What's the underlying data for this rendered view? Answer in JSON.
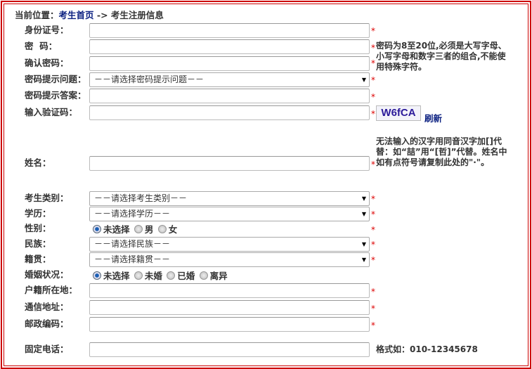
{
  "breadcrumb": {
    "label": "当前位置：",
    "home": "考生首页",
    "arrow": "->",
    "current": "考生注册信息"
  },
  "fields": {
    "id": {
      "label": "身份证号："
    },
    "password": {
      "label": "密  码："
    },
    "confirm": {
      "label": "确认密码："
    },
    "question": {
      "label": "密码提示问题：",
      "value": "－－请选择密码提示问题－－"
    },
    "answer": {
      "label": "密码提示答案："
    },
    "captcha": {
      "label": "输入验证码：",
      "image_text": "W6fCA",
      "refresh": "刷新"
    },
    "name": {
      "label": "姓名："
    },
    "category": {
      "label": "考生类别：",
      "value": "－－请选择考生类别－－"
    },
    "education": {
      "label": "学历：",
      "value": "－－请选择学历－－"
    },
    "gender": {
      "label": "性别：",
      "options": [
        "未选择",
        "男",
        "女"
      ],
      "selected": "未选择"
    },
    "ethnic": {
      "label": "民族：",
      "value": "－－请选择民族－－"
    },
    "native": {
      "label": "籍贯：",
      "value": "－－请选择籍贯－－"
    },
    "marital": {
      "label": "婚姻状况：",
      "options": [
        "未选择",
        "未婚",
        "已婚",
        "离异"
      ],
      "selected": "未选择"
    },
    "hukou": {
      "label": "户籍所在地："
    },
    "address": {
      "label": "通信地址："
    },
    "postal": {
      "label": "邮政编码："
    },
    "phone": {
      "label": "固定电话：",
      "hint": "格式如：010-12345678"
    }
  },
  "hints": {
    "password": "密码为8至20位,必须是大写字母、小写字母和数字三者的组合,不能使用特殊字符。",
    "name": "无法输入的汉字用同音汉字加[]代替：如“喆”用“[哲]”代替。姓名中如有点符号请复制此处的\"·\"。"
  },
  "required_mark": "*",
  "colors": {
    "border": "#cc0000",
    "link": "#0a1f80",
    "required": "#dd0000"
  }
}
